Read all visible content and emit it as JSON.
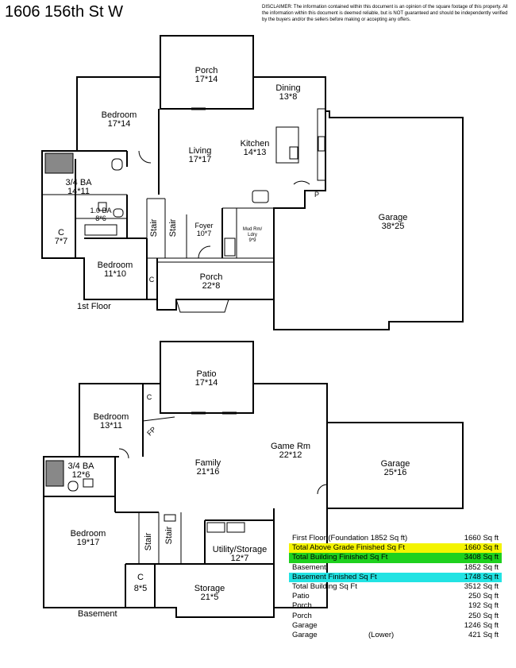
{
  "header": {
    "address": "1606 156th St W",
    "disclaimer": "DISCLAIMER: The information contained within this document is an opinion of the square footage of this property. All the information within this document is deemed reliable, but is NOT guaranteed and should be independently verified by the buyers and/or the sellers before making or accepting any offers."
  },
  "floor1": {
    "label": "1st Floor",
    "porch_top": {
      "name": "Porch",
      "size": "17*14"
    },
    "dining": {
      "name": "Dining",
      "size": "13*8"
    },
    "bedroom": {
      "name": "Bedroom",
      "size": "17*14"
    },
    "living": {
      "name": "Living",
      "size": "17*17"
    },
    "kitchen": {
      "name": "Kitchen",
      "size": "14*13"
    },
    "bath34": {
      "name": "3/4 BA",
      "size": "14*11"
    },
    "bath10": {
      "name": "1.0 BA",
      "size": "8*6"
    },
    "closet": {
      "name": "C",
      "size": "7*7"
    },
    "stair1": "Stair",
    "stair2": "Stair",
    "foyer": {
      "name": "Foyer",
      "size": "10*7"
    },
    "mud": {
      "name": "Mud Rm/",
      "name2": "Ldry",
      "size": "9*9"
    },
    "garage": {
      "name": "Garage",
      "size": "38*25"
    },
    "bedroom2": {
      "name": "Bedroom",
      "size": "11*10"
    },
    "porch_bottom": {
      "name": "Porch",
      "size": "22*8"
    },
    "pantry": "P",
    "closet_mark": "C"
  },
  "basement": {
    "label": "Basement",
    "patio": {
      "name": "Patio",
      "size": "17*14"
    },
    "bedroom": {
      "name": "Bedroom",
      "size": "13*11"
    },
    "fp": "FP",
    "game": {
      "name": "Game Rm",
      "size": "22*12"
    },
    "family": {
      "name": "Family",
      "size": "21*16"
    },
    "garage": {
      "name": "Garage",
      "size": "25*16"
    },
    "bath": {
      "name": "3/4 BA",
      "size": "12*6"
    },
    "bedroom2": {
      "name": "Bedroom",
      "size": "19*17"
    },
    "stair1": "Stair",
    "stair2": "Stair",
    "utility": {
      "name": "Utility/Storage",
      "size": "12*7"
    },
    "closet": {
      "name": "C",
      "size": "8*5"
    },
    "storage": {
      "name": "Storage",
      "size": "21*5"
    },
    "closet_mark": "C"
  },
  "sqft_table": {
    "rows": [
      {
        "label": "First Floor (Foundation 1852 Sq ft)",
        "mid": "",
        "value": "1660 Sq ft",
        "highlight": ""
      },
      {
        "label": "Total Above Grade Finished Sq Ft",
        "mid": "",
        "value": "1660 Sq ft",
        "highlight": "#f4f400"
      },
      {
        "label": "Total Building Finished Sq Ft",
        "mid": "",
        "value": "3408 Sq ft",
        "highlight": "#1ed11e"
      },
      {
        "label": "Basement",
        "mid": "",
        "value": "1852 Sq ft",
        "highlight": ""
      },
      {
        "label": "Basement Finished Sq Ft",
        "mid": "",
        "value": "1748 Sq ft",
        "highlight": "#22e3e3"
      },
      {
        "label": "Total Building Sq Ft",
        "mid": "",
        "value": "3512 Sq ft",
        "highlight": ""
      },
      {
        "label": "Patio",
        "mid": "",
        "value": "250 Sq ft",
        "highlight": ""
      },
      {
        "label": "Porch",
        "mid": "",
        "value": "192 Sq ft",
        "highlight": ""
      },
      {
        "label": "Porch",
        "mid": "",
        "value": "250 Sq ft",
        "highlight": ""
      },
      {
        "label": "Garage",
        "mid": "",
        "value": "1246 Sq ft",
        "highlight": ""
      },
      {
        "label": "Garage",
        "mid": "(Lower)",
        "value": "421 Sq ft",
        "highlight": ""
      }
    ]
  }
}
